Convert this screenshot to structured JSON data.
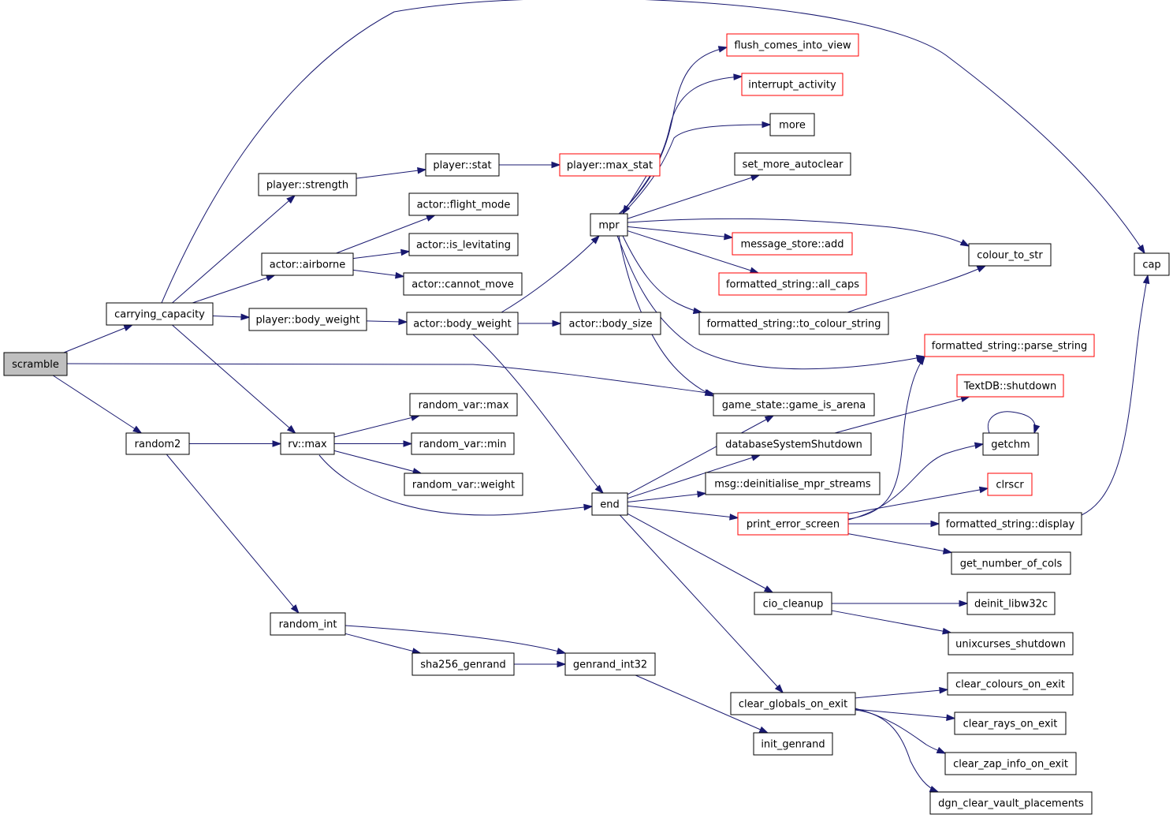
{
  "colors": {
    "edge": "#191970",
    "border_default": "#000000",
    "border_truncated": "#ff0000",
    "root_fill": "#bfbfbf",
    "node_fill": "#ffffff",
    "background": "#ffffff"
  },
  "nodes": [
    {
      "id": "scramble",
      "label": "scramble",
      "kind": "root"
    },
    {
      "id": "carrying_capacity",
      "label": "carrying_capacity",
      "kind": "normal"
    },
    {
      "id": "random2",
      "label": "random2",
      "kind": "normal"
    },
    {
      "id": "cap",
      "label": "cap",
      "kind": "normal"
    },
    {
      "id": "game_is_arena",
      "label": "game_state::game_is_arena",
      "kind": "normal"
    },
    {
      "id": "player_strength",
      "label": "player::strength",
      "kind": "normal"
    },
    {
      "id": "actor_airborne",
      "label": "actor::airborne",
      "kind": "normal"
    },
    {
      "id": "player_body_weight",
      "label": "player::body_weight",
      "kind": "normal"
    },
    {
      "id": "rv_max",
      "label": "rv::max",
      "kind": "normal"
    },
    {
      "id": "random_int",
      "label": "random_int",
      "kind": "normal"
    },
    {
      "id": "player_stat",
      "label": "player::stat",
      "kind": "normal"
    },
    {
      "id": "player_max_stat",
      "label": "player::max_stat",
      "kind": "truncated"
    },
    {
      "id": "flight_mode",
      "label": "actor::flight_mode",
      "kind": "normal"
    },
    {
      "id": "is_levitating",
      "label": "actor::is_levitating",
      "kind": "normal"
    },
    {
      "id": "cannot_move",
      "label": "actor::cannot_move",
      "kind": "normal"
    },
    {
      "id": "actor_body_weight",
      "label": "actor::body_weight",
      "kind": "normal"
    },
    {
      "id": "actor_body_size",
      "label": "actor::body_size",
      "kind": "normal"
    },
    {
      "id": "mpr",
      "label": "mpr",
      "kind": "normal"
    },
    {
      "id": "end",
      "label": "end",
      "kind": "normal"
    },
    {
      "id": "rvar_max",
      "label": "random_var::max",
      "kind": "normal"
    },
    {
      "id": "rvar_min",
      "label": "random_var::min",
      "kind": "normal"
    },
    {
      "id": "rvar_weight",
      "label": "random_var::weight",
      "kind": "normal"
    },
    {
      "id": "sha256",
      "label": "sha256_genrand",
      "kind": "normal"
    },
    {
      "id": "genrand_int32",
      "label": "genrand_int32",
      "kind": "normal"
    },
    {
      "id": "init_genrand",
      "label": "init_genrand",
      "kind": "normal"
    },
    {
      "id": "flush",
      "label": "flush_comes_into_view",
      "kind": "truncated"
    },
    {
      "id": "interrupt",
      "label": "interrupt_activity",
      "kind": "truncated"
    },
    {
      "id": "more",
      "label": "more",
      "kind": "normal"
    },
    {
      "id": "set_more",
      "label": "set_more_autoclear",
      "kind": "normal"
    },
    {
      "id": "msg_add",
      "label": "message_store::add",
      "kind": "truncated"
    },
    {
      "id": "all_caps",
      "label": "formatted_string::all_caps",
      "kind": "truncated"
    },
    {
      "id": "to_colour",
      "label": "formatted_string::to_colour_string",
      "kind": "normal"
    },
    {
      "id": "colour_to_str",
      "label": "colour_to_str",
      "kind": "normal"
    },
    {
      "id": "parse_string",
      "label": "formatted_string::parse_string",
      "kind": "truncated"
    },
    {
      "id": "db_shutdown",
      "label": "databaseSystemShutdown",
      "kind": "normal"
    },
    {
      "id": "textdb_shutdown",
      "label": "TextDB::shutdown",
      "kind": "truncated"
    },
    {
      "id": "deinit_mpr",
      "label": "msg::deinitialise_mpr_streams",
      "kind": "normal"
    },
    {
      "id": "print_error",
      "label": "print_error_screen",
      "kind": "truncated"
    },
    {
      "id": "getchm",
      "label": "getchm",
      "kind": "normal"
    },
    {
      "id": "clrscr",
      "label": "clrscr",
      "kind": "truncated"
    },
    {
      "id": "fs_display",
      "label": "formatted_string::display",
      "kind": "normal"
    },
    {
      "id": "get_cols",
      "label": "get_number_of_cols",
      "kind": "normal"
    },
    {
      "id": "cio_cleanup",
      "label": "cio_cleanup",
      "kind": "normal"
    },
    {
      "id": "deinit_libw32c",
      "label": "deinit_libw32c",
      "kind": "normal"
    },
    {
      "id": "unixcurses",
      "label": "unixcurses_shutdown",
      "kind": "normal"
    },
    {
      "id": "clear_globals",
      "label": "clear_globals_on_exit",
      "kind": "normal"
    },
    {
      "id": "clear_colours",
      "label": "clear_colours_on_exit",
      "kind": "normal"
    },
    {
      "id": "clear_rays",
      "label": "clear_rays_on_exit",
      "kind": "normal"
    },
    {
      "id": "clear_zap",
      "label": "clear_zap_info_on_exit",
      "kind": "normal"
    },
    {
      "id": "dgn_clear",
      "label": "dgn_clear_vault_placements",
      "kind": "normal"
    }
  ],
  "edges": [
    [
      "scramble",
      "carrying_capacity"
    ],
    [
      "scramble",
      "game_is_arena"
    ],
    [
      "scramble",
      "random2"
    ],
    [
      "carrying_capacity",
      "cap"
    ],
    [
      "carrying_capacity",
      "player_strength"
    ],
    [
      "carrying_capacity",
      "actor_airborne"
    ],
    [
      "carrying_capacity",
      "player_body_weight"
    ],
    [
      "carrying_capacity",
      "rv_max"
    ],
    [
      "random2",
      "rv_max"
    ],
    [
      "random2",
      "random_int"
    ],
    [
      "player_strength",
      "player_stat"
    ],
    [
      "player_stat",
      "player_max_stat"
    ],
    [
      "actor_airborne",
      "flight_mode"
    ],
    [
      "actor_airborne",
      "is_levitating"
    ],
    [
      "actor_airborne",
      "cannot_move"
    ],
    [
      "player_body_weight",
      "actor_body_weight"
    ],
    [
      "actor_body_weight",
      "actor_body_size"
    ],
    [
      "actor_body_weight",
      "mpr"
    ],
    [
      "actor_body_weight",
      "end"
    ],
    [
      "rv_max",
      "rvar_max"
    ],
    [
      "rv_max",
      "rvar_min"
    ],
    [
      "rv_max",
      "rvar_weight"
    ],
    [
      "rv_max",
      "end"
    ],
    [
      "random_int",
      "sha256"
    ],
    [
      "random_int",
      "genrand_int32"
    ],
    [
      "sha256",
      "genrand_int32"
    ],
    [
      "genrand_int32",
      "init_genrand"
    ],
    [
      "mpr",
      "flush"
    ],
    [
      "mpr",
      "interrupt"
    ],
    [
      "mpr",
      "more"
    ],
    [
      "mpr",
      "set_more"
    ],
    [
      "mpr",
      "colour_to_str"
    ],
    [
      "mpr",
      "msg_add"
    ],
    [
      "mpr",
      "all_caps"
    ],
    [
      "mpr",
      "to_colour"
    ],
    [
      "mpr",
      "parse_string"
    ],
    [
      "mpr",
      "game_is_arena"
    ],
    [
      "player_max_stat",
      "mpr"
    ],
    [
      "to_colour",
      "colour_to_str"
    ],
    [
      "end",
      "game_is_arena"
    ],
    [
      "end",
      "db_shutdown"
    ],
    [
      "end",
      "deinit_mpr"
    ],
    [
      "end",
      "print_error"
    ],
    [
      "end",
      "cio_cleanup"
    ],
    [
      "end",
      "clear_globals"
    ],
    [
      "db_shutdown",
      "textdb_shutdown"
    ],
    [
      "print_error",
      "parse_string"
    ],
    [
      "print_error",
      "getchm"
    ],
    [
      "print_error",
      "clrscr"
    ],
    [
      "print_error",
      "fs_display"
    ],
    [
      "print_error",
      "get_cols"
    ],
    [
      "getchm",
      "getchm"
    ],
    [
      "fs_display",
      "cap"
    ],
    [
      "cio_cleanup",
      "deinit_libw32c"
    ],
    [
      "cio_cleanup",
      "unixcurses"
    ],
    [
      "clear_globals",
      "clear_colours"
    ],
    [
      "clear_globals",
      "clear_rays"
    ],
    [
      "clear_globals",
      "clear_zap"
    ],
    [
      "clear_globals",
      "dgn_clear"
    ]
  ]
}
